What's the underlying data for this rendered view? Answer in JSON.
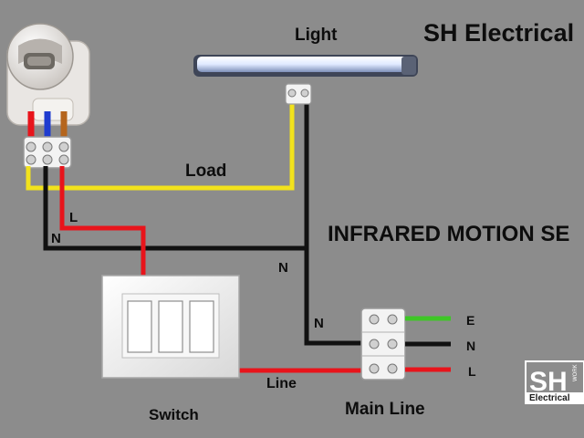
{
  "brand_title": "SH Electrical",
  "headline": "INFRARED MOTION SE",
  "labels": {
    "light": "Light",
    "load": "Load",
    "l": "L",
    "n_left": "N",
    "n_mid": "N",
    "n_main": "N",
    "switch": "Switch",
    "line": "Line",
    "main_line": "Main Line",
    "terminal_e": "E",
    "terminal_n": "N",
    "terminal_l": "L"
  },
  "logo": {
    "text_big": "SH",
    "text_small": "Electrical",
    "text_tiny": "WORK"
  },
  "wire_colors": {
    "phase": "#e8141b",
    "neutral": "#111111",
    "earth": "#3ec626",
    "load": "#f2e21c",
    "sensor_blue": "#1f3ccf",
    "sensor_brown": "#b5651d"
  }
}
